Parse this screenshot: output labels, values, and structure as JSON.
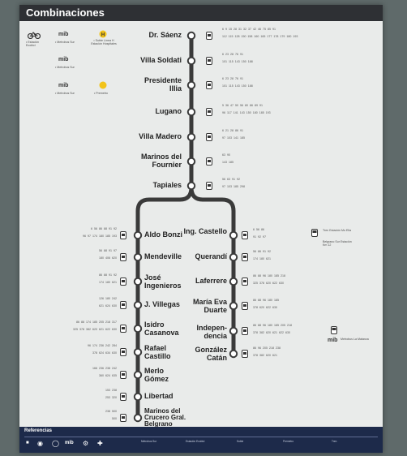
{
  "title": "Combinaciones",
  "top_legend": [
    {
      "label": "mib",
      "caption": "• Metrobus Sur"
    },
    {
      "label": "mib",
      "caption": "• Metrobus Sur"
    },
    {
      "label": "mib",
      "caption": "• Metrobus Sur"
    }
  ],
  "top_legend_extra": [
    {
      "caption": "• Estación Ecobici"
    },
    {
      "caption": "• Subte Línea H Estación Hospitales"
    },
    {
      "caption": "• Premetro"
    }
  ],
  "trunk": [
    {
      "name": "Dr. Sáenz",
      "nums": "6  9  15  28  31  32  37  42  46  75  85  91\n112  115  128  150  158  160  165  177  178  179  180  193"
    },
    {
      "name": "Villa Soldati",
      "nums": "6  23  28  76  91\n101  115  143  150  188"
    },
    {
      "name": "Presidente Illia",
      "nums": "6  23  28  76  91\n101  115  143  150  188"
    },
    {
      "name": "Lugano",
      "nums": "5  36  47  50  56  80  86  89  91\n96  117  141  143  150  180  185  193"
    },
    {
      "name": "Villa Madero",
      "nums": "6  21  28  86  91\n97  103  141  185"
    },
    {
      "name": "Marinos del Fournier",
      "nums": "63  90\n143  185"
    },
    {
      "name": "Tapiales",
      "nums": "56  63  91  92\n97  103  185  298"
    }
  ],
  "left_branch": [
    {
      "name": "Aldo Bonzi",
      "nums": "6  56  86  88  91  92\n96  97  174  180  185  193"
    },
    {
      "name": "Mendeville",
      "nums": "56  88  91  97\n180  406  620"
    },
    {
      "name": "José Ingenieros",
      "nums": "86  88  91  92\n174  180  621"
    },
    {
      "name": "J. Villegas",
      "nums": "126  180  242\n621  624  630"
    },
    {
      "name": "Isidro Casanova",
      "nums": "86  88  174  185  205  218  317\n325  378  382  620  621  622  630"
    },
    {
      "name": "Rafael Castillo",
      "nums": "96  174  236  242  284\n378  624  634  630"
    },
    {
      "name": "Merlo Gómez",
      "nums": "166  236  238  242\n360  624  635"
    },
    {
      "name": "Libertad",
      "nums": "153  238\n253  320"
    },
    {
      "name": "Marinos del Crucero Gral. Belgrano",
      "nums": "238  500\n500"
    }
  ],
  "right_branch": [
    {
      "name": "Ing. Castello",
      "nums": "6  56  86\n91  92  97"
    },
    {
      "name": "Querandí",
      "nums": "56  86  91  92\n174  180  621"
    },
    {
      "name": "Laferrere",
      "nums": "86  88  96  180  185  218\n325  378  620  622  630"
    },
    {
      "name": "María Eva Duarte",
      "nums": "86  88  96  180  185\n378  620  622  630"
    },
    {
      "name": "Indepen-dencia",
      "nums": "86  88  96  180  185  205  218\n378  382  620  621  622  630"
    },
    {
      "name": "González Catán",
      "nums": "86  96  205  218  238\n378  382  620  621"
    }
  ],
  "right_legend": [
    {
      "label": "",
      "caption": "Tren Estación Mo Ella"
    },
    {
      "label": "",
      "caption": "Belgrano Sur Estación Km 12"
    },
    {
      "label": "mib",
      "caption": "Metrobus La Matanza"
    }
  ],
  "footer": {
    "title": "Referencias",
    "items": [
      "mib",
      "Metrobus Sur",
      "Estación Ecobici",
      "Subte",
      "Premetro",
      "Tren"
    ]
  },
  "colors": {
    "header": "#2e3034",
    "footer": "#1d2a4a",
    "line": "#3a3a3a",
    "subte": "#f2c31a"
  }
}
